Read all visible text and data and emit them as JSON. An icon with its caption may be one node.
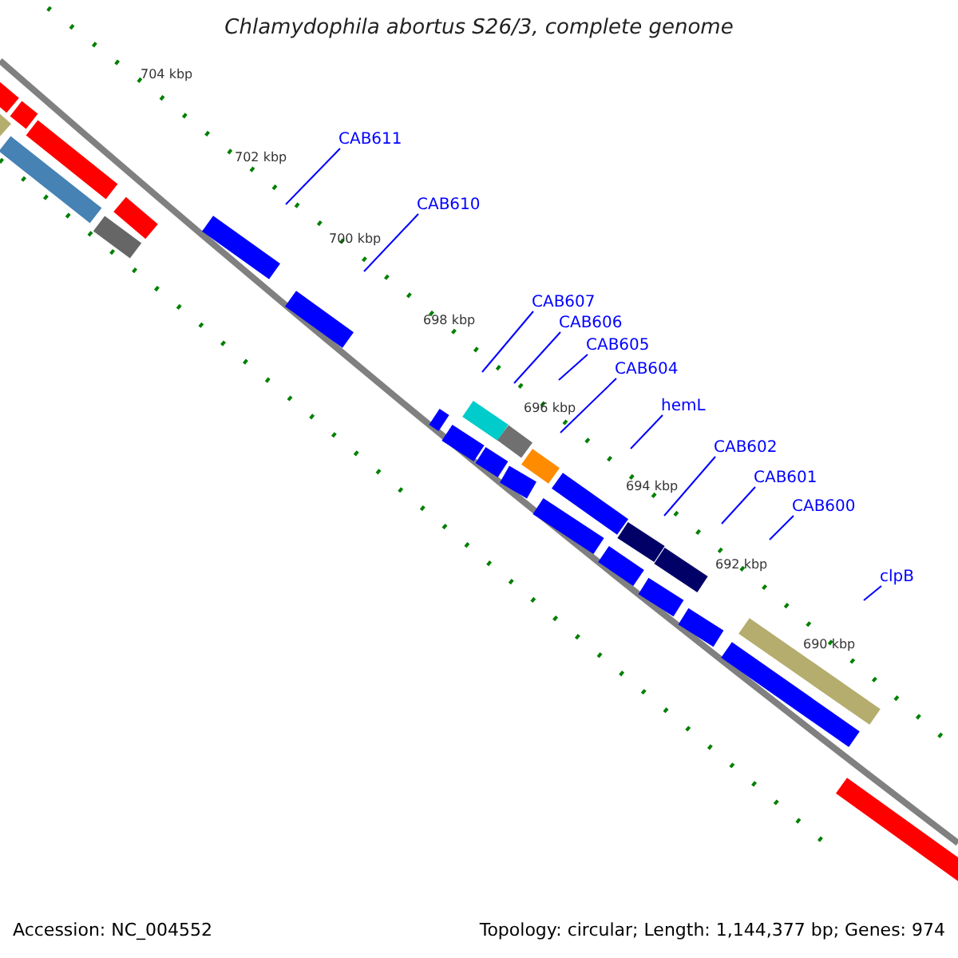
{
  "diagram": {
    "title": "Chlamydophila abortus S26/3, complete genome",
    "nodes": [
      {
        "text": [
          "CAB611"
        ]
      },
      {
        "text": [
          "CAB610"
        ]
      },
      {
        "text": [
          "CAB607"
        ]
      },
      {
        "text": [
          "CAB606"
        ]
      },
      {
        "text": [
          "CAB605"
        ]
      },
      {
        "text": [
          "CAB604"
        ]
      },
      {
        "text": [
          "hemL"
        ]
      },
      {
        "text": [
          "CAB602"
        ]
      },
      {
        "text": [
          "CAB601"
        ]
      },
      {
        "text": [
          "CAB600"
        ]
      },
      {
        "text": [
          "clpB"
        ]
      }
    ],
    "edges": [
      {
        "from": 0,
        "to": null,
        "arrow": "none"
      },
      {
        "from": 1,
        "to": null,
        "arrow": "none"
      },
      {
        "from": 2,
        "to": null,
        "arrow": "none"
      },
      {
        "from": 3,
        "to": null,
        "arrow": "none"
      },
      {
        "from": 4,
        "to": null,
        "arrow": "none"
      },
      {
        "from": 5,
        "to": null,
        "arrow": "none"
      },
      {
        "from": 6,
        "to": null,
        "arrow": "none"
      },
      {
        "from": 7,
        "to": null,
        "arrow": "none"
      },
      {
        "from": 8,
        "to": null,
        "arrow": "none"
      },
      {
        "from": 9,
        "to": null,
        "arrow": "none"
      },
      {
        "from": 10,
        "to": null,
        "arrow": "none"
      }
    ],
    "labels": [
      "704 kbp",
      "702 kbp",
      "700 kbp",
      "698 kbp",
      "696 kbp",
      "694 kbp",
      "692 kbp",
      "690 kbp",
      "Accession: NC_004552",
      "Topology: circular; Length: 1,144,377 bp; Genes: 974"
    ]
  }
}
